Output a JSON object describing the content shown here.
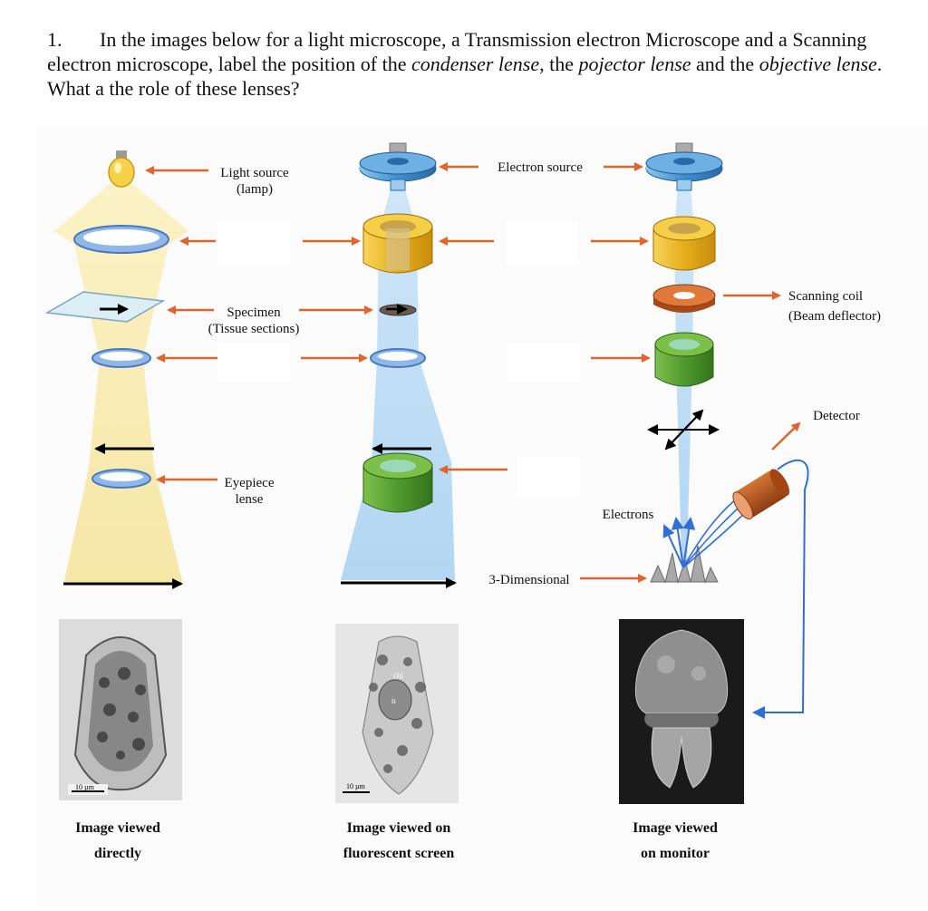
{
  "question": {
    "number": "1.",
    "p1": "In the images below for a light microscope, a Transmission electron Microscope and a Scanning electron microscope, label the position of the ",
    "t1": "condenser lense",
    "p2": ", the ",
    "t2": "pojector lense",
    "p3": " and the ",
    "t3": "objective lense",
    "p4": ". What a the role of these lenses?"
  },
  "labels": {
    "light_source_1": "Light source",
    "light_source_2": "(lamp)",
    "specimen_1": "Specimen",
    "specimen_2": "(Tissue sections)",
    "eyepiece_1": "Eyepiece",
    "eyepiece_2": "lense",
    "electron_source": "Electron source",
    "scanning_coil_1": "Scanning coil",
    "scanning_coil_2": "(Beam deflector)",
    "detector": "Detector",
    "electrons": "Electrons",
    "three_d": "3-Dimensional"
  },
  "captions": {
    "light_1": "Image viewed",
    "light_2": "directly",
    "tem_1": "Image viewed on",
    "tem_2": "fluorescent screen",
    "sem_1": "Image viewed",
    "sem_2": "on monitor"
  },
  "micrographs": {
    "light_scale": "10 µm",
    "tem_scale": "10 µm",
    "tem_chl": "chl",
    "tem_n": "n"
  },
  "colors": {
    "arrow": "#e0652b",
    "light_beam": "#f7e9a8",
    "electron_beam": "#bcdcf5",
    "condenser_yellow": "#e8b422",
    "projector_green": "#4f9a2e",
    "coil_orange": "#d2622a",
    "detector_brown": "#b6531c",
    "signal_blue": "#2f6fd6"
  }
}
